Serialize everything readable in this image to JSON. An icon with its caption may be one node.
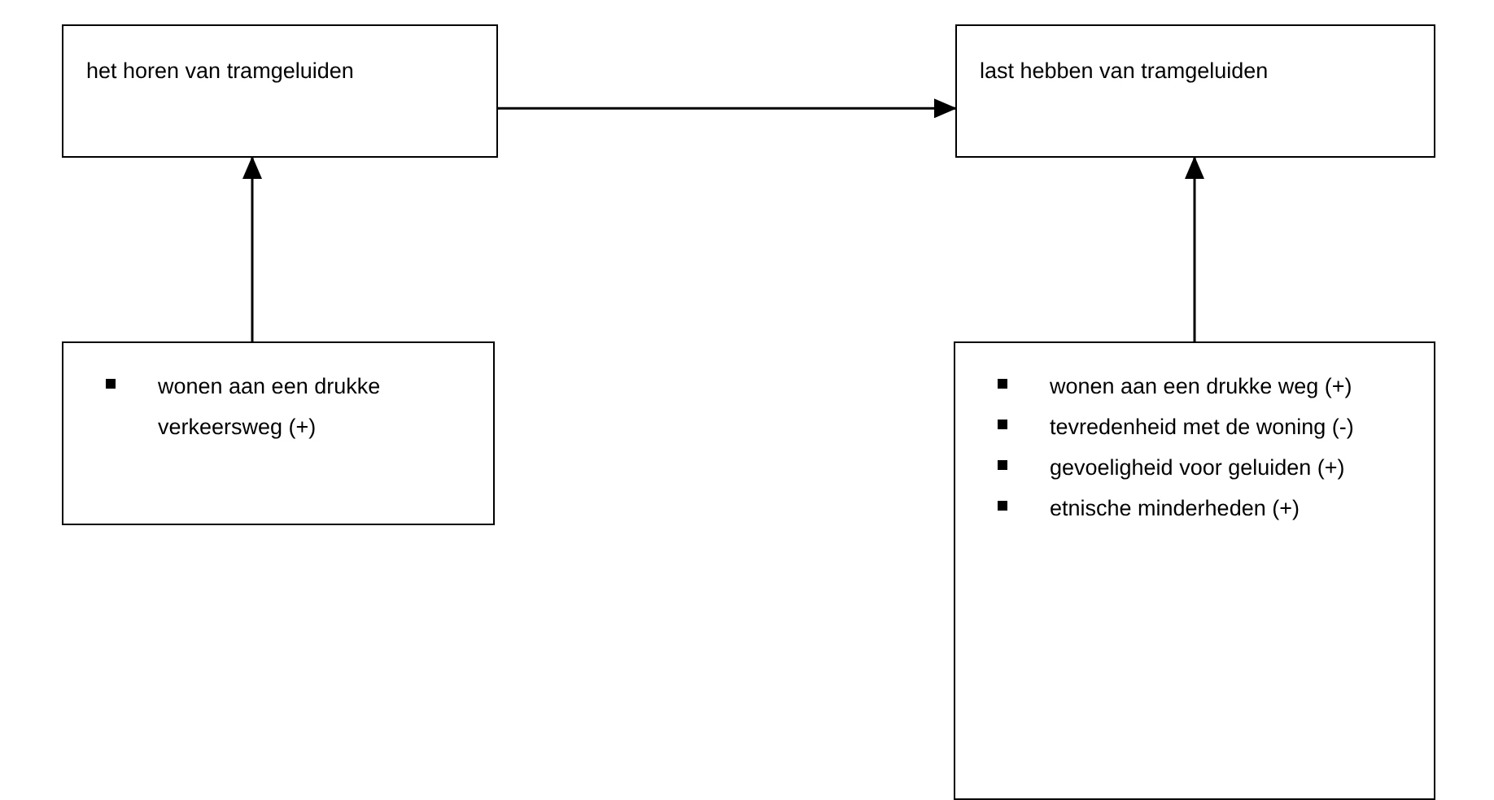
{
  "diagram": {
    "nodes": [
      {
        "text": [
          "het horen van tramgeluiden"
        ]
      },
      {
        "text": [
          "last hebben van tramgeluiden"
        ]
      },
      {
        "text": [
          "wonen aan een drukke verkeersweg (+)"
        ]
      },
      {
        "text": [
          "wonen aan een drukke weg (+)",
          "tevredenheid met de woning (-)",
          "gevoeligheid voor geluiden (+)",
          "etnische minderheden (+)"
        ]
      }
    ],
    "edges": [
      {
        "from": 0,
        "to": 1,
        "arrow": "to"
      },
      {
        "from": 2,
        "to": 0,
        "arrow": "to"
      },
      {
        "from": 3,
        "to": 1,
        "arrow": "to"
      }
    ]
  }
}
